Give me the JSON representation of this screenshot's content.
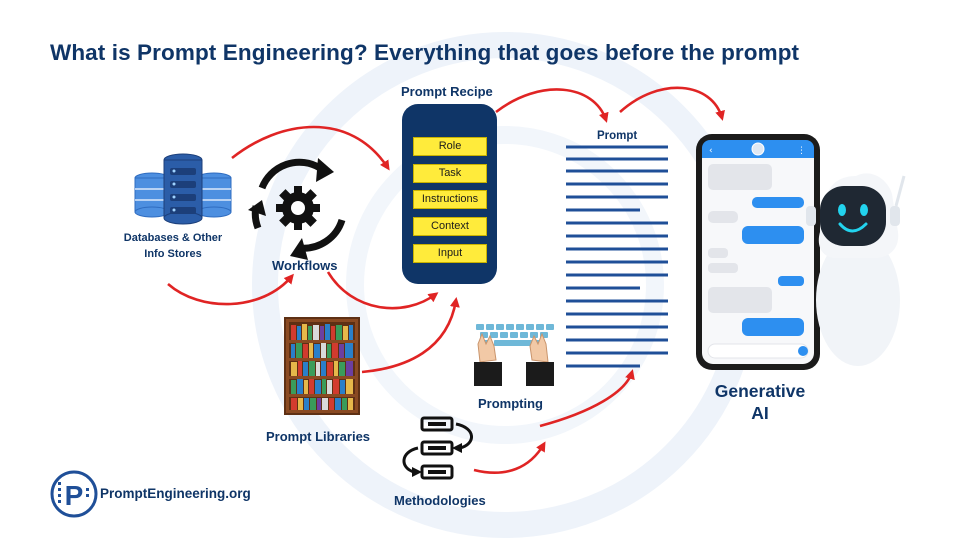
{
  "title": "What is Prompt Engineering? Everything that goes before the prompt",
  "nodes": {
    "databases": "Databases & Other Info Stores",
    "databases_line1": "Databases & Other",
    "databases_line2": "Info Stores",
    "workflows": "Workflows",
    "prompt_recipe": "Prompt Recipe",
    "prompt": "Prompt",
    "prompt_libraries": "Prompt Libraries",
    "prompting": "Prompting",
    "methodologies": "Methodologies",
    "generative_ai_line1": "Generative",
    "generative_ai_line2": "AI"
  },
  "recipe_items": [
    "Role",
    "Task",
    "Instructions",
    "Context",
    "Input"
  ],
  "brand": "PromptEngineering.org",
  "colors": {
    "navy": "#0f3567",
    "arrow": "#e02424",
    "recipe_yellow": "#ffeb3b",
    "chat_blue": "#2d8ff0"
  },
  "icons": [
    "database-icon",
    "gear-cycle-icon",
    "bookshelf-icon",
    "keyboard-hands-icon",
    "flowchart-icon",
    "smartphone-icon",
    "robot-icon",
    "logo-icon"
  ]
}
